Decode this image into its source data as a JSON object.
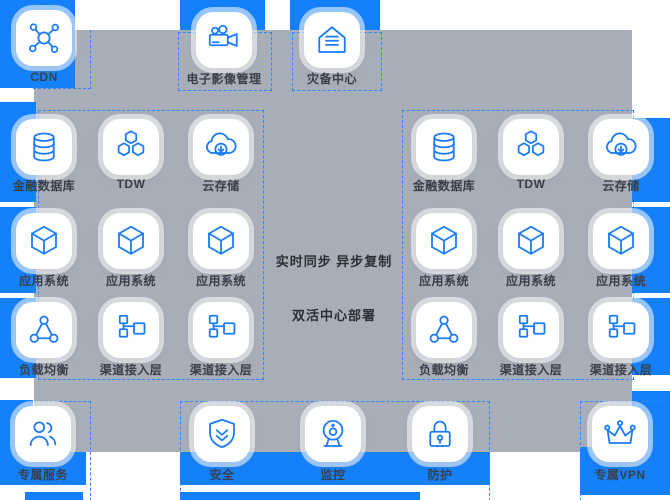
{
  "colors": {
    "accent_blue": "#1480fa",
    "icon_blue": "#1a7cf9",
    "panel_gray": "#a8aeb8",
    "label_text": "#3a404b",
    "dashed_border": "#2b87fa"
  },
  "top_row": [
    {
      "label": "CDN",
      "icon": "network-icon"
    },
    {
      "label": "电子影像管理",
      "icon": "video-camera-icon"
    },
    {
      "label": "灾备中心",
      "icon": "warehouse-icon"
    }
  ],
  "left_grid": [
    {
      "label": "金融数据库",
      "icon": "database-icon"
    },
    {
      "label": "TDW",
      "icon": "hexagons-icon"
    },
    {
      "label": "云存储",
      "icon": "cloud-download-icon"
    },
    {
      "label": "应用系统",
      "icon": "cube-icon"
    },
    {
      "label": "应用系统",
      "icon": "cube-icon"
    },
    {
      "label": "应用系统",
      "icon": "cube-icon"
    },
    {
      "label": "负载均衡",
      "icon": "load-balancer-icon"
    },
    {
      "label": "渠道接入层",
      "icon": "tree-icon"
    },
    {
      "label": "渠道接入层",
      "icon": "tree-icon"
    }
  ],
  "right_grid": [
    {
      "label": "金融数据库",
      "icon": "database-icon"
    },
    {
      "label": "TDW",
      "icon": "hexagons-icon"
    },
    {
      "label": "云存储",
      "icon": "cloud-download-icon"
    },
    {
      "label": "应用系统",
      "icon": "cube-icon"
    },
    {
      "label": "应用系统",
      "icon": "cube-icon"
    },
    {
      "label": "应用系统",
      "icon": "cube-icon"
    },
    {
      "label": "负载均衡",
      "icon": "load-balancer-icon"
    },
    {
      "label": "渠道接入层",
      "icon": "tree-icon"
    },
    {
      "label": "渠道接入层",
      "icon": "tree-icon"
    }
  ],
  "center": {
    "line1": "实时同步  异步复制",
    "line2": "双活中心部署"
  },
  "bottom_row": [
    {
      "label": "专属服务",
      "icon": "people-icon"
    },
    {
      "label": "安全",
      "icon": "shield-icon"
    },
    {
      "label": "监控",
      "icon": "webcam-icon"
    },
    {
      "label": "防护",
      "icon": "lock-icon"
    },
    {
      "label": "专属VPN",
      "icon": "crown-icon"
    }
  ]
}
